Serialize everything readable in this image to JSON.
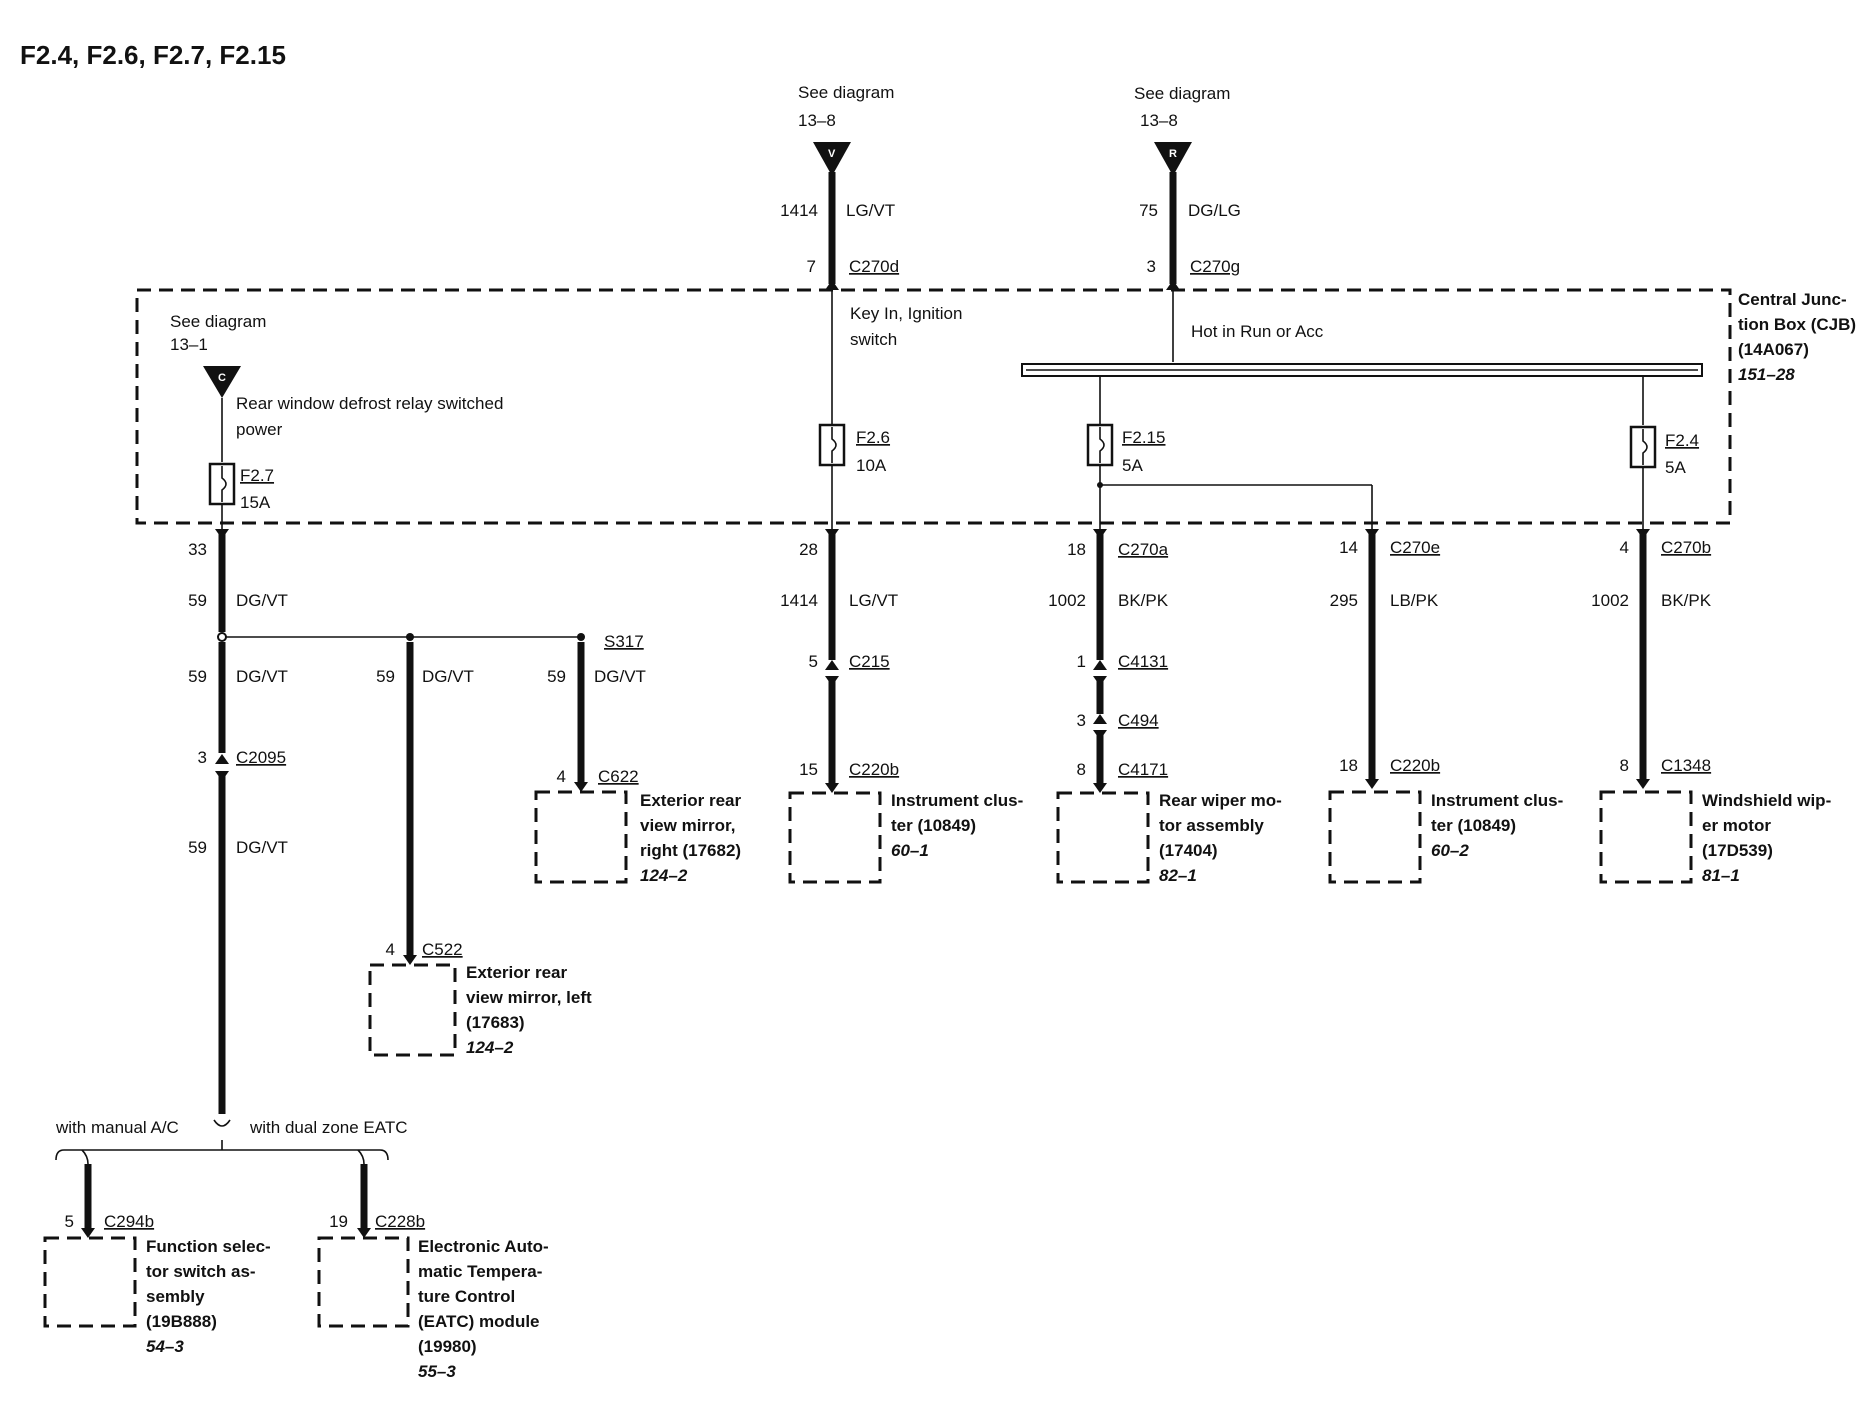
{
  "title": "F2.4, F2.6, F2.7, F2.15",
  "sources": [
    {
      "see": "See diagram",
      "ref": "13–8",
      "letter": "V",
      "circuit": "1414",
      "color": "LG/VT",
      "pin": "7",
      "connector": "C270d"
    },
    {
      "see": "See diagram",
      "ref": "13–8",
      "letter": "R",
      "circuit": "75",
      "color": "DG/LG",
      "pin": "3",
      "connector": "C270g"
    },
    {
      "see": "See diagram",
      "ref": "13–1",
      "letter": "C"
    }
  ],
  "cjb": {
    "name1": "Central Junc-",
    "name2": "tion Box (CJB)",
    "part": "(14A067)",
    "page": "151–28"
  },
  "notes": {
    "key_in_1": "Key In, Ignition",
    "key_in_2": "switch",
    "hot_run": "Hot in Run or Acc",
    "defrost_1": "Rear window defrost relay switched",
    "defrost_2": "power"
  },
  "fuses": [
    {
      "name": "F2.7",
      "rating": "15A"
    },
    {
      "name": "F2.6",
      "rating": "10A"
    },
    {
      "name": "F2.15",
      "rating": "5A"
    },
    {
      "name": "F2.4",
      "rating": "5A"
    }
  ],
  "branches": {
    "b1": {
      "pin": "33",
      "circuit": "59",
      "color": "DG/VT"
    },
    "b2": {
      "pin": "28",
      "circuit": "1414",
      "color": "LG/VT",
      "c215_pin": "5",
      "c215": "C215",
      "end_pin": "15",
      "end_conn": "C220b"
    },
    "b3": {
      "pin": "18",
      "conn": "C270a",
      "circuit": "1002",
      "color": "BK/PK",
      "p1": "1",
      "c1": "C4131",
      "p2": "3",
      "c2": "C494",
      "end_pin": "8",
      "end_conn": "C4171"
    },
    "b4": {
      "pin": "14",
      "conn": "C270e",
      "circuit": "295",
      "color": "LB/PK",
      "end_pin": "18",
      "end_conn": "C220b"
    },
    "b5": {
      "pin": "4",
      "conn": "C270b",
      "circuit": "1002",
      "color": "BK/PK",
      "end_pin": "8",
      "end_conn": "C1348"
    }
  },
  "splice": "S317",
  "left_run": {
    "w1_circuit": "59",
    "w1_color": "DG/VT",
    "w2_circuit": "59",
    "w2_color": "DG/VT",
    "w3_circuit": "59",
    "w3_color": "DG/VT",
    "c2095_pin": "3",
    "c2095": "C2095",
    "w4_circuit": "59",
    "w4_color": "DG/VT",
    "c622_pin": "4",
    "c622": "C622",
    "c522_pin": "4",
    "c522": "C522"
  },
  "options": {
    "manual": "with manual A/C",
    "dual": "with dual zone EATC"
  },
  "components": {
    "mirror_right": {
      "l1": "Exterior rear",
      "l2": "view mirror,",
      "l3": "right (17682)",
      "page": "124–2"
    },
    "mirror_left": {
      "l1": "Exterior rear",
      "l2": "view mirror, left",
      "l3": "(17683)",
      "page": "124–2"
    },
    "cluster1": {
      "l1": "Instrument clus-",
      "l2": "ter (10849)",
      "page": "60–1"
    },
    "wiper_rear": {
      "l1": "Rear wiper mo-",
      "l2": "tor assembly",
      "l3": "(17404)",
      "page": "82–1"
    },
    "cluster2": {
      "l1": "Instrument clus-",
      "l2": "ter (10849)",
      "page": "60–2"
    },
    "wiper_front": {
      "l1": "Windshield wip-",
      "l2": "er motor",
      "l3": "(17D539)",
      "page": "81–1"
    },
    "func_switch": {
      "pin": "5",
      "conn": "C294b",
      "l1": "Function selec-",
      "l2": "tor switch as-",
      "l3": "sembly",
      "l4": "(19B888)",
      "page": "54–3"
    },
    "eatc": {
      "pin": "19",
      "conn": "C228b",
      "l1": "Electronic Auto-",
      "l2": "matic Tempera-",
      "l3": "ture Control",
      "l4": "(EATC) module",
      "l5": "(19980)",
      "page": "55–3"
    }
  }
}
